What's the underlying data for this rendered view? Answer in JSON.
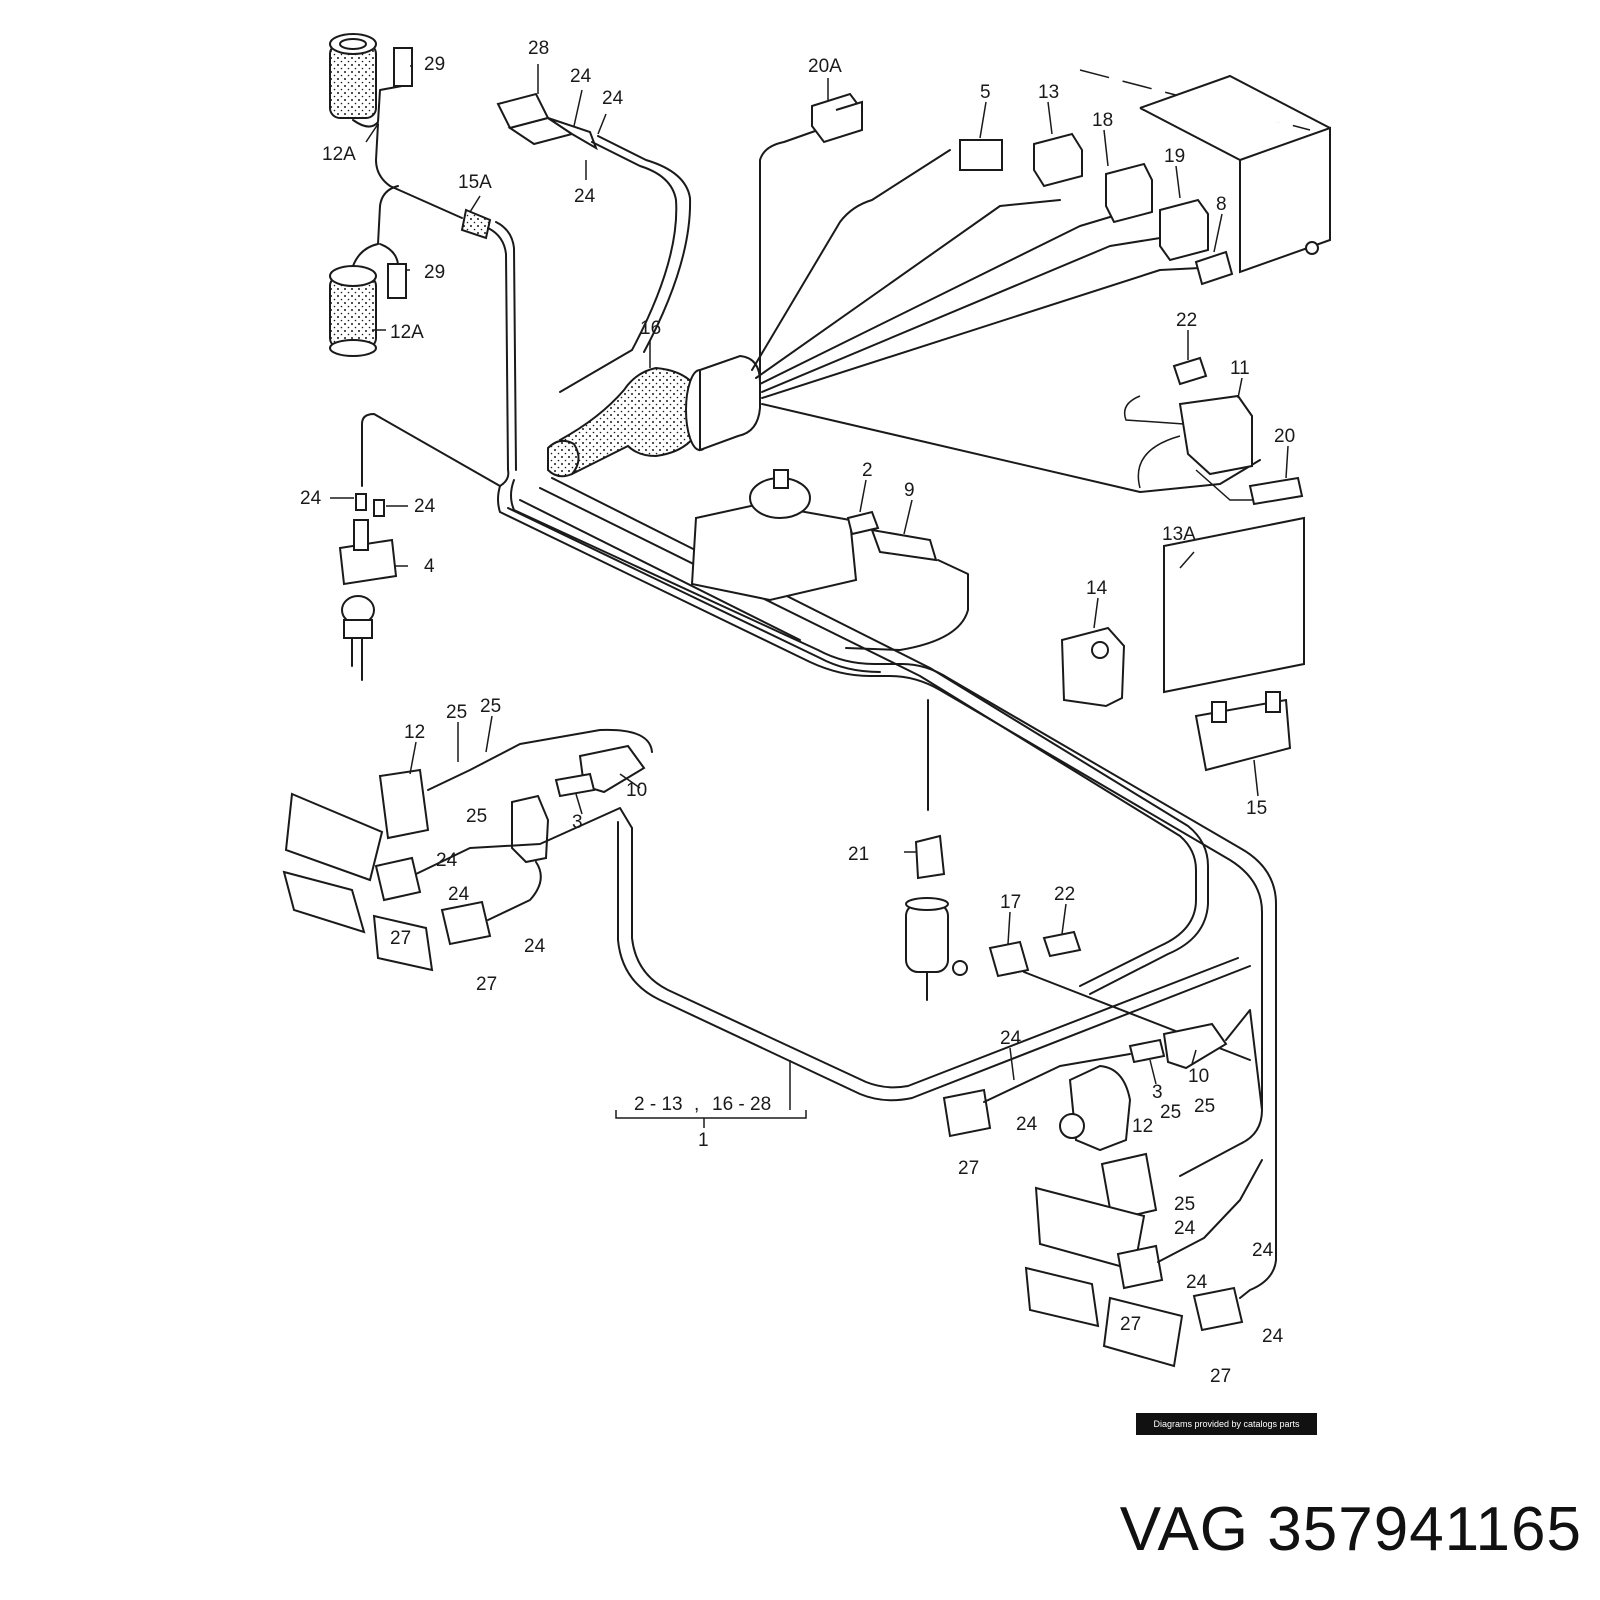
{
  "diagram": {
    "callouts": {
      "c28": "28",
      "c24a": "24",
      "c24b": "24",
      "c24c": "24",
      "c20A": "20A",
      "c29a": "29",
      "c12Aa": "12A",
      "c15A": "15A",
      "c29b": "29",
      "c12Ab": "12A",
      "c5": "5",
      "c13": "13",
      "c18": "18",
      "c19": "19",
      "c8": "8",
      "c16": "16",
      "c22a": "22",
      "c11": "11",
      "c20": "20",
      "c24d": "24",
      "c24e": "24",
      "c4": "4",
      "c2": "2",
      "c9": "9",
      "c13A": "13A",
      "c14": "14",
      "c15": "15",
      "c25a": "25",
      "c25b": "25",
      "c12a": "12",
      "c10a": "10",
      "c3a": "3",
      "c24f": "24",
      "c25c": "25",
      "c24g": "24",
      "c27a": "27",
      "c24h": "24",
      "c27b": "27",
      "c21": "21",
      "c17": "17",
      "c22b": "22",
      "c24i": "24",
      "c10b": "10",
      "c3b": "3",
      "c24j": "24",
      "c12b": "12",
      "c25d": "25",
      "c25e": "25",
      "c27c": "27",
      "c25f": "25",
      "c24k": "24",
      "c24l": "24",
      "c24m": "24",
      "c27d": "27",
      "c24n": "24",
      "c27e": "27",
      "c1": "1"
    },
    "range_label": {
      "first": "2 - 13",
      "separator": ",",
      "second": "16 - 28"
    }
  },
  "credit": "Diagrams provided by catalogs parts",
  "part_title": {
    "brand": "VAG",
    "number": "357941165"
  }
}
